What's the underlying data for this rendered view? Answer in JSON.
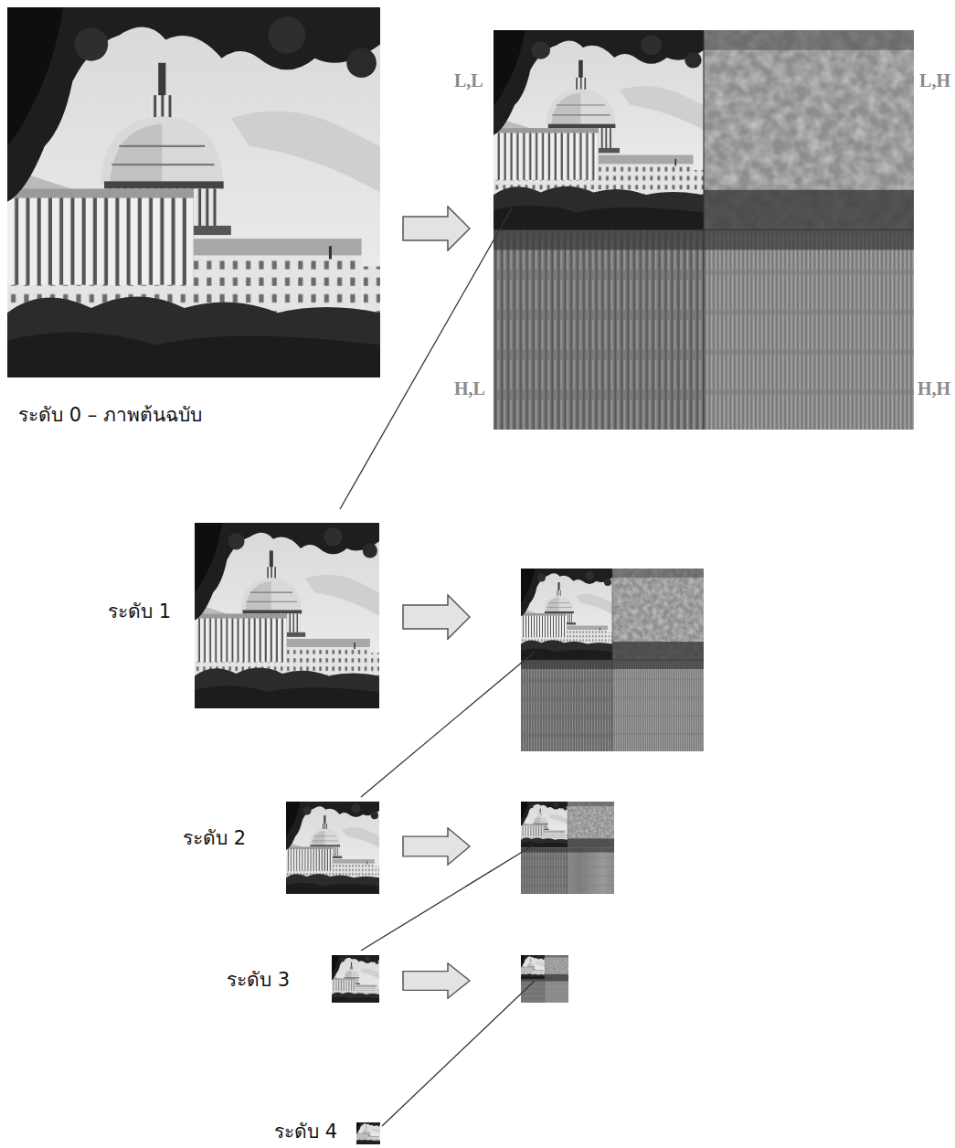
{
  "diagram": {
    "labels": [
      "L,L",
      "L,H",
      "H,L",
      "H,H",
      "ระดับ 0 – ภาพต้นฉบับ",
      "ระดับ 1",
      "ระดับ 2",
      "ระดับ 3",
      "ระดับ 4"
    ]
  }
}
